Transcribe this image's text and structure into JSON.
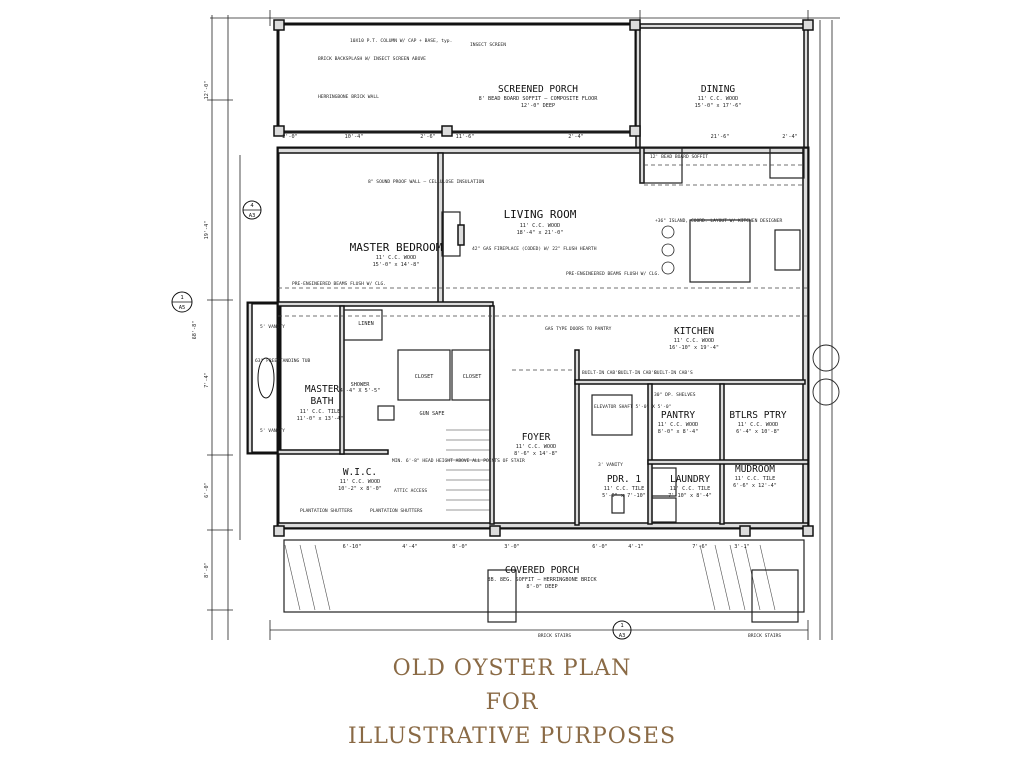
{
  "rooms": {
    "screened_porch": {
      "name": "SCREENED PORCH",
      "sub1": "8' BEAD BOARD SOFFIT — COMPOSITE FLOOR",
      "sub2": "12'-0\" DEEP"
    },
    "dining": {
      "name": "DINING",
      "sub1": "11' C.C.   WOOD",
      "sub2": "15'-0\" x 17'-6\""
    },
    "living_room": {
      "name": "LIVING ROOM",
      "sub1": "11' C.C.   WOOD",
      "sub2": "18'-4\" x 21'-0\""
    },
    "master_bedroom": {
      "name": "MASTER BEDROOM",
      "sub1": "11' C.C.   WOOD",
      "sub2": "15'-0\" x 14'-8\""
    },
    "kitchen": {
      "name": "KITCHEN",
      "sub1": "11' C.C.   WOOD",
      "sub2": "16'-10\" x 19'-4\""
    },
    "master_bath": {
      "name": "MASTER",
      "name2": "BATH",
      "sub1": "11' C.C.  TILE",
      "sub2": "11'-0\" x 13'-4\""
    },
    "foyer": {
      "name": "FOYER",
      "sub1": "11' C.C.   WOOD",
      "sub2": "8'-6\" x 14'-8\""
    },
    "pantry": {
      "name": "PANTRY",
      "sub1": "11' C.C.   WOOD",
      "sub2": "8'-0\" x 8'-4\""
    },
    "btlrs_ptry": {
      "name": "BTLRS PTRY",
      "sub1": "11' C.C.  WOOD",
      "sub2": "6'-4\" x 10'-8\""
    },
    "pdr": {
      "name": "PDR. 1",
      "sub1": "11' C.C.  TILE",
      "sub2": "5'-0\" x 7'-10\""
    },
    "laundry": {
      "name": "LAUNDRY",
      "sub1": "11' C.C.  TILE",
      "sub2": "7'-10\" x 8'-4\""
    },
    "mudroom": {
      "name": "MUDROOM",
      "sub1": "11' C.C.  TILE",
      "sub2": "6'-6\" x 12'-4\""
    },
    "wic": {
      "name": "W.I.C.",
      "sub1": "11' C.C.   WOOD",
      "sub2": "10'-2\" x 8'-0\""
    },
    "covered_porch": {
      "name": "COVERED PORCH",
      "sub1": "8B. 8EG. SOFFIT — HERRINGBONE BRICK",
      "sub2": "8'-0\" DEEP"
    },
    "closet_1": {
      "name": "CLOSET"
    },
    "closet_2": {
      "name": "CLOSET"
    },
    "linen": {
      "name": "LINEN"
    },
    "gun_safe": {
      "name": "GUN SAFE"
    },
    "shower": {
      "name": "SHOWER",
      "sub": "4'-4\" X 5'-5\""
    }
  },
  "notes": {
    "soffit": "12' BEAD BOARD SOFFIT",
    "porch_column": "10X10 P.T. COLUMN W/ CAP + BASE, typ.",
    "insect_screen": "INSECT SCREEN",
    "brick_backsplash": "BRICK BACKSPLASH W/ INSECT SCREEN ABOVE",
    "herringbone_wall": "HERRINGBONE BRICK WALL",
    "sound_wall": "8\" SOUND PROOF WALL — CELLULOSE INSULATION",
    "fireplace": "42\" GAS FIREPLACE (CODED) W/ 22\" FLUSH HEARTH",
    "beams_living": "PRE-ENGINEERED BEAMS FLUSH W/ CLG.",
    "beams_bed": "PRE-ENGINEERED BEAMS FLUSH W/ CLG.",
    "island": "+36\" ISLAND, COORD. LAYOUT W/ KITCHEN DESIGNER",
    "glass_doors": "GAS TYPE DOORS TO PANTRY",
    "built_ins": [
      "BUILT-IN CAB'S",
      "BUILT-IN CAB'S",
      "BUILT-IN CAB'S"
    ],
    "shelves": "30\" DP. SHELVES",
    "elevator": "ELEVATOR SHAFT 5'-0\" X 5'-0\"",
    "plantation_1": "PLANTATION SHUTTERS",
    "plantation_2": "PLANTATION SHUTTERS",
    "stair": "MIN. 6'-8\" HEAD HEIGHT ABOVE ALL POINTS OF STAIR",
    "attic": "ATTIC ACCESS",
    "brick_stairs_1": "BRICK STAIRS",
    "brick_stairs_2": "BRICK STAIRS",
    "freestanding_tub": "63\" FREESTANDING TUB",
    "vanity_1": "5' VANITY",
    "vanity_2": "5' VANITY",
    "vanity_3": "3' VANITY"
  },
  "dimensions": {
    "top": [
      "2'-0\"",
      "10'-4\"",
      "2'-6\"",
      "11'-6\"",
      "2'-4\"",
      "21'-6\"",
      "2'-4\""
    ],
    "bottom": [
      "6'-10\"",
      "4'-4\"",
      "8'-0\"",
      "3'-0\"",
      "6'-0\"",
      "4'-1\"",
      "7'-6\"",
      "3'-1\""
    ],
    "left": [
      "12'-0\"",
      "19'-4\"",
      "7'-4\"",
      "6'-0\"",
      "8'-0\""
    ],
    "overall": "68'-8\""
  },
  "markers": {
    "m1": {
      "num": "4",
      "sheet": "A3"
    },
    "m2": {
      "num": "1",
      "sheet": "A5"
    },
    "m3": {
      "num": "1",
      "sheet": "A3"
    }
  },
  "caption": {
    "line1": "OLD OYSTER PLAN",
    "line2": "FOR",
    "line3": "ILLUSTRATIVE PURPOSES"
  }
}
